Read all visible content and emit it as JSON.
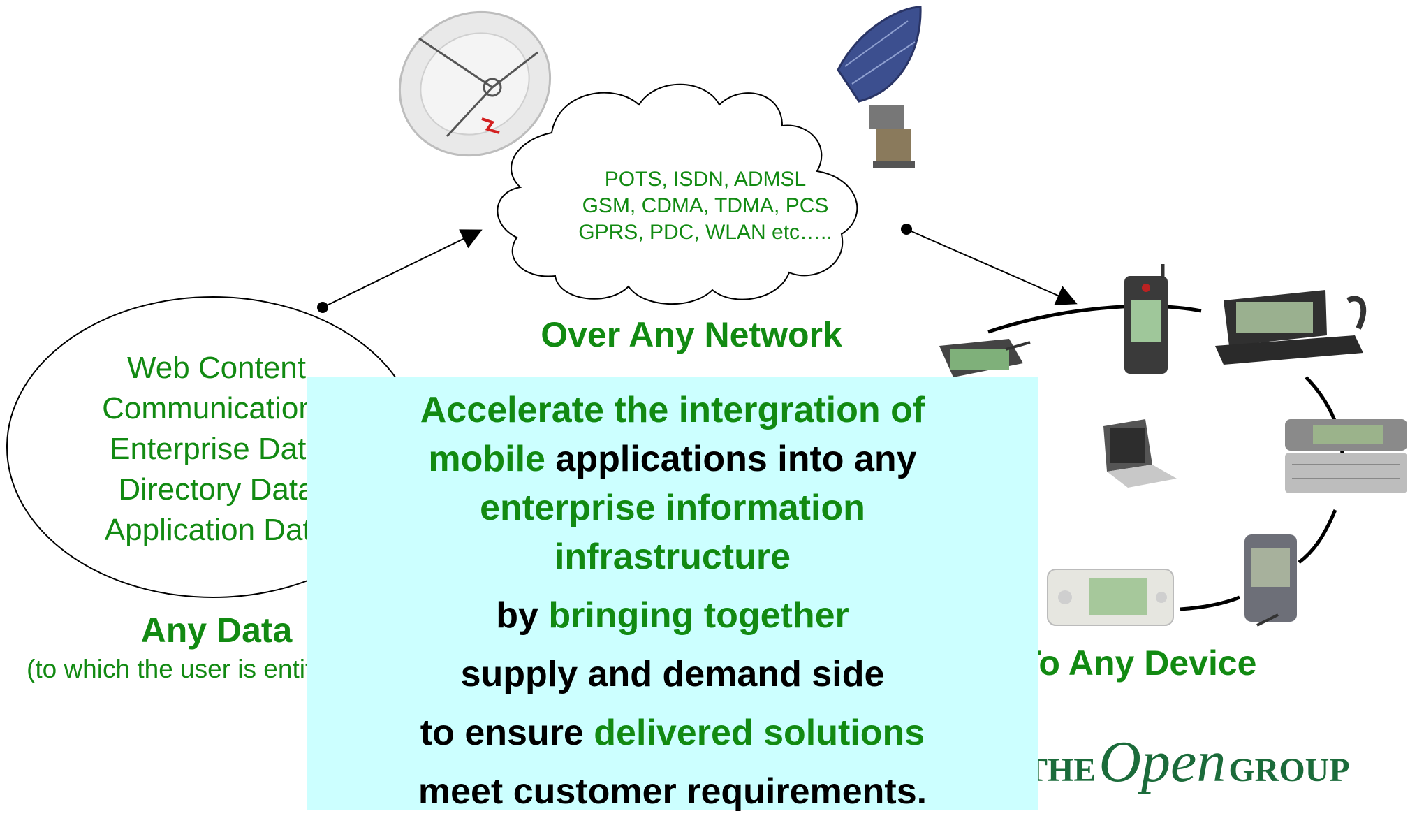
{
  "network": {
    "cloud_lines": [
      "POTS, ISDN, ADMSL",
      "GSM, CDMA, TDMA, PCS",
      "GPRS, PDC, WLAN etc….."
    ],
    "heading": "Over Any Network"
  },
  "data": {
    "items": [
      "Web Content",
      "Communications",
      "Enterprise Data",
      "Directory Data",
      "Application Data"
    ],
    "heading": "Any Data",
    "subheading": "(to which the user is entitled)"
  },
  "device": {
    "heading": "To Any Device"
  },
  "panel": {
    "l1": "Accelerate the intergration of",
    "l2_green": "mobile",
    "l2_black": " applications into any",
    "l3": "enterprise information",
    "l4": "infrastructure",
    "l5_black": "by ",
    "l5_green": "bringing together",
    "l6": "supply and demand side",
    "l7_black": "to ensure ",
    "l7_green": "delivered solutions",
    "l8": "meet customer requirements."
  },
  "logo": {
    "the": "THE",
    "open": "Open",
    "group": "GROUP"
  },
  "colors": {
    "green": "#128a12",
    "panel_bg": "#ccffff",
    "logo": "#1b6b3a"
  }
}
